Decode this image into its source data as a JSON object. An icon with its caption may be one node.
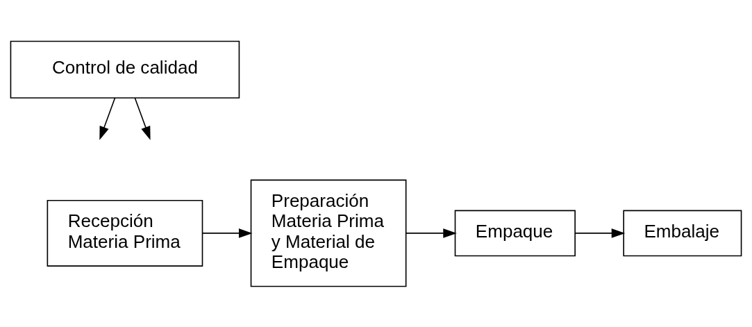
{
  "diagram": {
    "nodes": [
      {
        "text": [
          "Control de calidad"
        ]
      },
      {
        "text": [
          "Recepción Materia Prima"
        ]
      },
      {
        "text": [
          "Preparación Materia Prima y Material de Empaque"
        ]
      },
      {
        "text": [
          "Empaque"
        ]
      },
      {
        "text": [
          "Embalaje"
        ]
      }
    ],
    "edges": [
      {
        "from": 0,
        "to": null,
        "arrow": "to"
      },
      {
        "from": 0,
        "to": null,
        "arrow": "to"
      },
      {
        "from": 1,
        "to": 2,
        "arrow": "to"
      },
      {
        "from": 2,
        "to": 3,
        "arrow": "to"
      },
      {
        "from": 3,
        "to": 4,
        "arrow": "to"
      }
    ]
  }
}
